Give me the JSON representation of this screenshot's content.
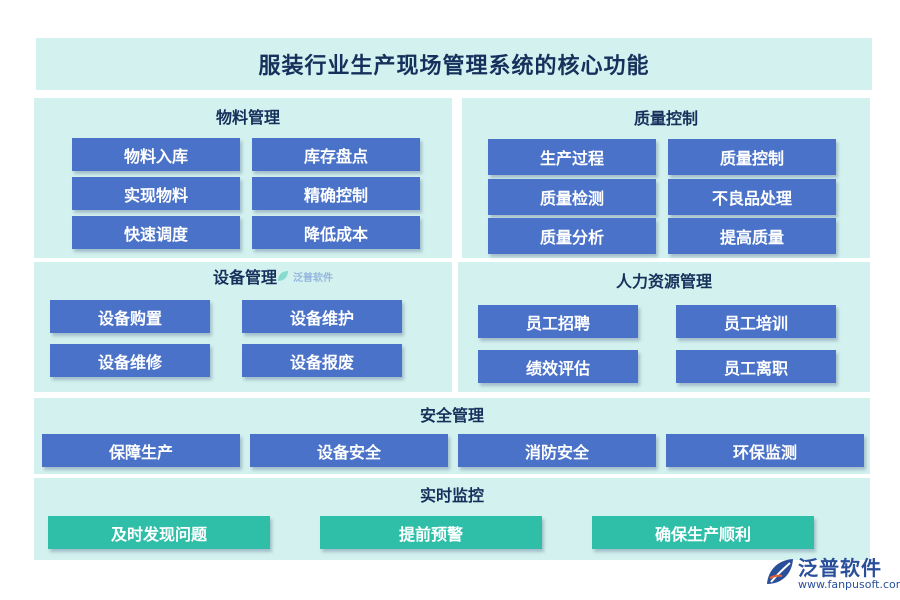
{
  "title": "服装行业生产现场管理系统的核心功能",
  "sections": {
    "material": {
      "title": "物料管理",
      "items": [
        "物料入库",
        "库存盘点",
        "实现物料",
        "精确控制",
        "快速调度",
        "降低成本"
      ]
    },
    "quality": {
      "title": "质量控制",
      "items": [
        "生产过程",
        "质量控制",
        "质量检测",
        "不良品处理",
        "质量分析",
        "提高质量"
      ]
    },
    "equipment": {
      "title": "设备管理",
      "items": [
        "设备购置",
        "设备维护",
        "设备维修",
        "设备报废"
      ]
    },
    "hr": {
      "title": "人力资源管理",
      "items": [
        "员工招聘",
        "员工培训",
        "绩效评估",
        "员工离职"
      ]
    },
    "safety": {
      "title": "安全管理",
      "items": [
        "保障生产",
        "设备安全",
        "消防安全",
        "环保监测"
      ]
    },
    "monitoring": {
      "title": "实时监控",
      "items": [
        "及时发现问题",
        "提前预警",
        "确保生产顺利"
      ]
    }
  },
  "brand": {
    "name": "泛普软件",
    "url": "www.fanpusoft.com",
    "watermark": "泛普软件"
  },
  "colors": {
    "panel": "#d3f1ee",
    "box_blue": "#4a72c9",
    "box_teal": "#2fbfa9",
    "title_text": "#16305c"
  }
}
